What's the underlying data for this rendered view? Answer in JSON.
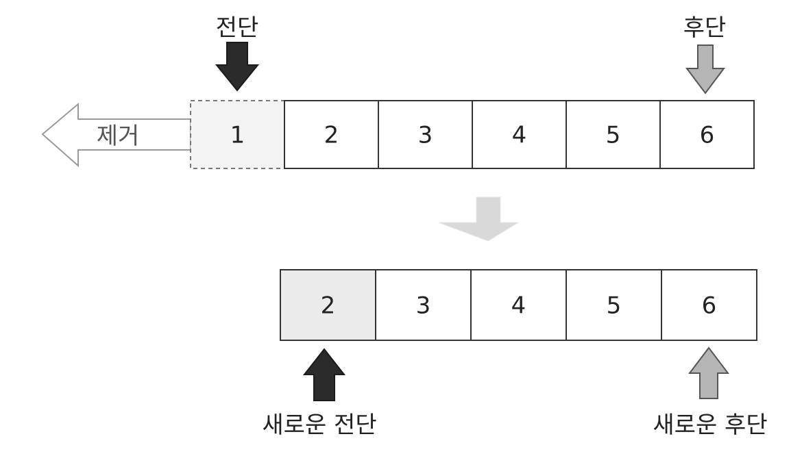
{
  "labels": {
    "front": "전단",
    "rear": "후단",
    "remove": "제거",
    "new_front": "새로운 전단",
    "new_rear": "새로운 후단"
  },
  "queue_before": {
    "cells": [
      "1",
      "2",
      "3",
      "4",
      "5",
      "6"
    ],
    "removed_index": 0
  },
  "queue_after": {
    "cells": [
      "2",
      "3",
      "4",
      "5",
      "6"
    ],
    "front_index": 0
  },
  "colors": {
    "front_arrow": "#2b2b2b",
    "rear_arrow": "#b5b5b5",
    "transition_arrow": "#d9d9d9",
    "removed_cell_fill": "#f3f3f3",
    "new_front_cell_fill": "#ececec",
    "border": "#333333"
  }
}
